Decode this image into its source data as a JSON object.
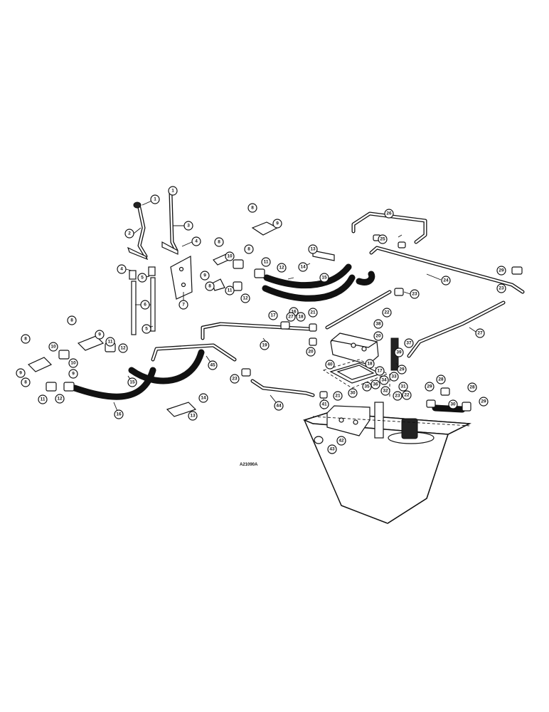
{
  "drawing_ref": "A21090A",
  "callouts": [
    "1",
    "2",
    "3",
    "4",
    "5",
    "6",
    "7",
    "8",
    "9",
    "10",
    "11",
    "12",
    "13",
    "14",
    "15",
    "16",
    "17",
    "18",
    "19",
    "20",
    "21",
    "22",
    "23",
    "24",
    "25",
    "26",
    "27",
    "28",
    "29",
    "30",
    "31",
    "32",
    "33",
    "34",
    "35",
    "36",
    "37",
    "38",
    "39",
    "40",
    "41",
    "42",
    "43",
    "44",
    "45"
  ]
}
